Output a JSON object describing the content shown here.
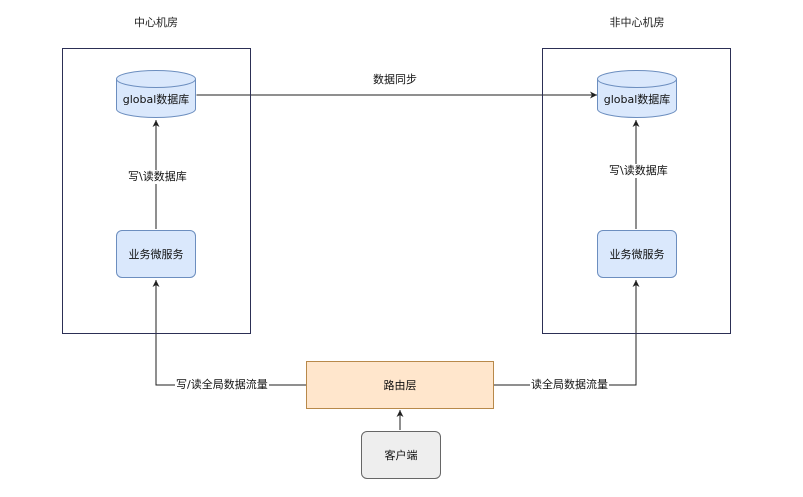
{
  "rooms": {
    "center": {
      "title": "中心机房"
    },
    "non_center": {
      "title": "非中心机房"
    }
  },
  "nodes": {
    "db_center": "global数据库",
    "db_non_center": "global数据库",
    "svc_center": "业务微服务",
    "svc_non_center": "业务微服务",
    "router": "路由层",
    "client": "客户端"
  },
  "edges": {
    "sync": "数据同步",
    "rw_db_center": "写\\读数据库",
    "rw_db_non_center": "写\\读数据库",
    "rw_global_traffic": "写/读全局数据流量",
    "read_global_traffic": "读全局数据流量"
  },
  "colors": {
    "frame": "#2c2f55",
    "db_fill": "#dae8fc",
    "db_stroke": "#6c8ebf",
    "svc_fill": "#dae8fc",
    "router_fill": "#ffe6cc",
    "client_fill": "#eeeeee",
    "line": "#1f1f1f"
  }
}
